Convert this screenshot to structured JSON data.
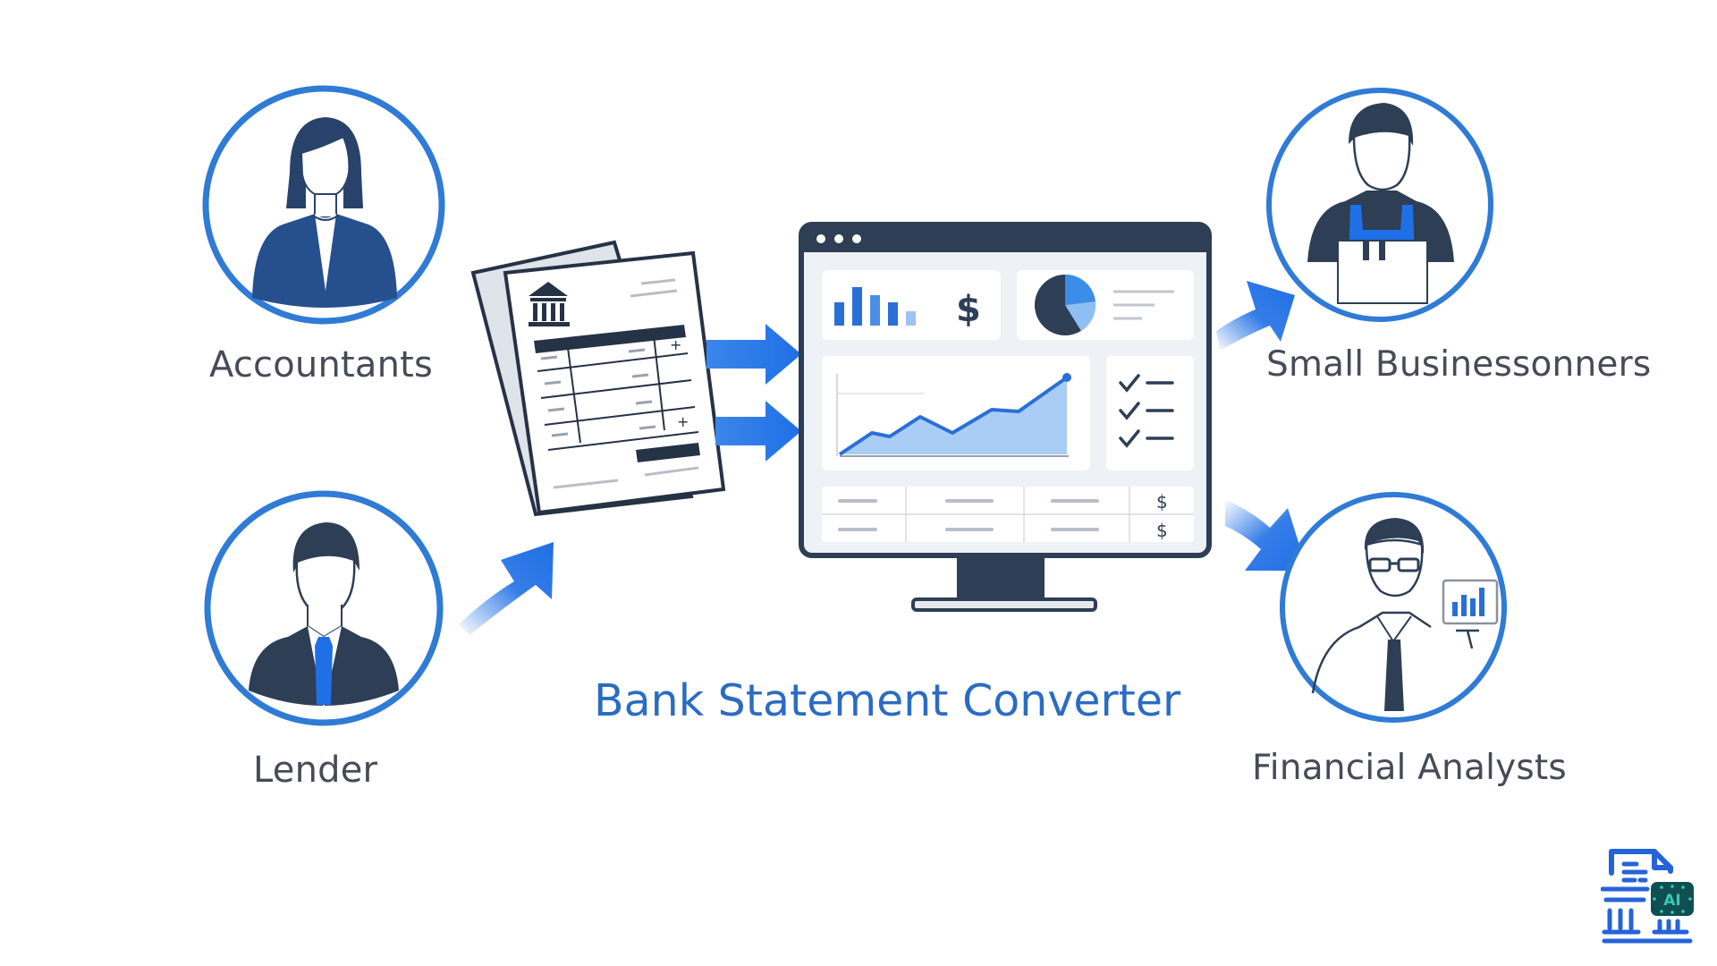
{
  "diagram": {
    "title": "Bank Statement Converter",
    "colors": {
      "primary_blue": "#2f7bd6",
      "arrow_blue": "#1f6fe6",
      "navy": "#2d3e55",
      "suit_blue": "#264f8e",
      "label_gray": "#454b57",
      "title_blue": "#2b6cc2"
    },
    "personas": [
      {
        "id": "accountants",
        "label": "Accountants",
        "icon": "woman-accountant-icon"
      },
      {
        "id": "lender",
        "label": "Lender",
        "icon": "man-lender-icon"
      },
      {
        "id": "small-business-owners",
        "label": "Small Businessonners",
        "icon": "shop-owner-icon"
      },
      {
        "id": "financial-analysts",
        "label": "Financial Analysts",
        "icon": "analyst-icon"
      }
    ],
    "center": {
      "documents_icon": "bank-statement-documents-icon",
      "monitor_icon": "dashboard-monitor-icon",
      "monitor_widgets": {
        "bar_chart_symbol": "$",
        "table_row_symbols": [
          "$",
          "$"
        ],
        "checklist_items": 3
      }
    },
    "arrows": [
      {
        "from": "documents",
        "to": "monitor",
        "direction": "right"
      },
      {
        "from": "documents",
        "to": "monitor",
        "direction": "right"
      },
      {
        "from": "lender",
        "to": "documents",
        "direction": "up-right"
      },
      {
        "from": "monitor",
        "to": "small-business-owners",
        "direction": "up-right"
      },
      {
        "from": "monitor",
        "to": "financial-analysts",
        "direction": "down-right"
      }
    ],
    "watermark": {
      "icon": "bank-ai-document-logo",
      "chip_text": "AI"
    }
  }
}
